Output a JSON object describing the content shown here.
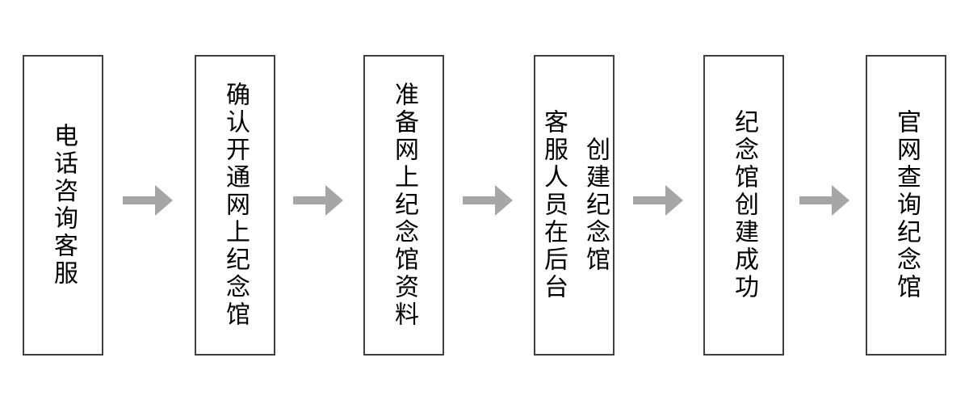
{
  "flowchart": {
    "title": "",
    "steps": [
      {
        "label": "电话咨询客服"
      },
      {
        "label": "确认开通网上纪念馆"
      },
      {
        "label": "准备网上纪念馆资料"
      },
      {
        "label": "客服人员在后台\n创建纪念馆"
      },
      {
        "label": "纪念馆创建成功"
      },
      {
        "label": "官网查询纪念馆"
      }
    ],
    "arrow_icon": "right-arrow",
    "colors": {
      "background": "#ffffff",
      "box_border": "#404040",
      "box_fill": "#ffffff",
      "text": "#000000",
      "arrow": "#a6a6a6"
    }
  }
}
